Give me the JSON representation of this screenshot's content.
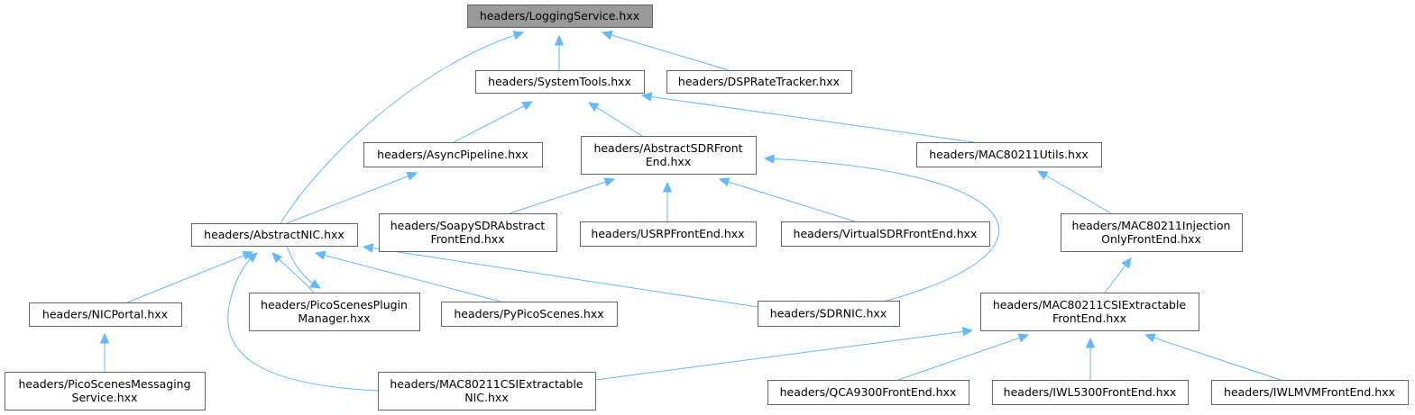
{
  "diagram": {
    "type": "include-dependency-graph",
    "colors": {
      "edge": "#63b8ff",
      "root_fill": "#999999",
      "node_fill": "#ffffff",
      "node_border": "#666666"
    },
    "nodes": [
      {
        "id": "logging",
        "lines": [
          "headers/LoggingService.hxx"
        ],
        "root": true
      },
      {
        "id": "systemtools",
        "lines": [
          "headers/SystemTools.hxx"
        ]
      },
      {
        "id": "dsprate",
        "lines": [
          "headers/DSPRateTracker.hxx"
        ]
      },
      {
        "id": "asyncpipeline",
        "lines": [
          "headers/AsyncPipeline.hxx"
        ]
      },
      {
        "id": "abstractsdr",
        "lines": [
          "headers/AbstractSDRFront",
          "End.hxx"
        ]
      },
      {
        "id": "mac80211utils",
        "lines": [
          "headers/MAC80211Utils.hxx"
        ]
      },
      {
        "id": "abstractnic",
        "lines": [
          "headers/AbstractNIC.hxx"
        ]
      },
      {
        "id": "soapysdr",
        "lines": [
          "headers/SoapySDRAbstract",
          "FrontEnd.hxx"
        ]
      },
      {
        "id": "usrp",
        "lines": [
          "headers/USRPFrontEnd.hxx"
        ]
      },
      {
        "id": "virtualsdr",
        "lines": [
          "headers/VirtualSDRFrontEnd.hxx"
        ]
      },
      {
        "id": "injection",
        "lines": [
          "headers/MAC80211Injection",
          "OnlyFrontEnd.hxx"
        ]
      },
      {
        "id": "nicportal",
        "lines": [
          "headers/NICPortal.hxx"
        ]
      },
      {
        "id": "pluginmgr",
        "lines": [
          "headers/PicoScenesPlugin",
          "Manager.hxx"
        ]
      },
      {
        "id": "pypico",
        "lines": [
          "headers/PyPicoScenes.hxx"
        ]
      },
      {
        "id": "sdrnic",
        "lines": [
          "headers/SDRNIC.hxx"
        ]
      },
      {
        "id": "csifrontend",
        "lines": [
          "headers/MAC80211CSIExtractable",
          "FrontEnd.hxx"
        ]
      },
      {
        "id": "messaging",
        "lines": [
          "headers/PicoScenesMessaging",
          "Service.hxx"
        ]
      },
      {
        "id": "csinic",
        "lines": [
          "headers/MAC80211CSIExtractable",
          "NIC.hxx"
        ]
      },
      {
        "id": "qca9300",
        "lines": [
          "headers/QCA9300FrontEnd.hxx"
        ]
      },
      {
        "id": "iwl5300",
        "lines": [
          "headers/IWL5300FrontEnd.hxx"
        ]
      },
      {
        "id": "iwlmvm",
        "lines": [
          "headers/IWLMVMFrontEnd.hxx"
        ]
      }
    ],
    "edges": [
      {
        "from": "systemtools",
        "to": "logging"
      },
      {
        "from": "dsprate",
        "to": "logging"
      },
      {
        "from": "abstractnic",
        "to": "logging"
      },
      {
        "from": "asyncpipeline",
        "to": "systemtools"
      },
      {
        "from": "abstractsdr",
        "to": "systemtools"
      },
      {
        "from": "mac80211utils",
        "to": "systemtools"
      },
      {
        "from": "abstractnic",
        "to": "asyncpipeline"
      },
      {
        "from": "soapysdr",
        "to": "abstractsdr"
      },
      {
        "from": "usrp",
        "to": "abstractsdr"
      },
      {
        "from": "virtualsdr",
        "to": "abstractsdr"
      },
      {
        "from": "sdrnic",
        "to": "abstractsdr"
      },
      {
        "from": "injection",
        "to": "mac80211utils"
      },
      {
        "from": "nicportal",
        "to": "abstractnic"
      },
      {
        "from": "pluginmgr",
        "to": "abstractnic"
      },
      {
        "from": "abstractnic",
        "to": "pluginmgr"
      },
      {
        "from": "pypico",
        "to": "abstractnic"
      },
      {
        "from": "sdrnic",
        "to": "abstractnic"
      },
      {
        "from": "csinic",
        "to": "abstractnic"
      },
      {
        "from": "csifrontend",
        "to": "injection"
      },
      {
        "from": "messaging",
        "to": "nicportal"
      },
      {
        "from": "csinic",
        "to": "csifrontend"
      },
      {
        "from": "qca9300",
        "to": "csifrontend"
      },
      {
        "from": "iwl5300",
        "to": "csifrontend"
      },
      {
        "from": "iwlmvm",
        "to": "csifrontend"
      }
    ]
  }
}
